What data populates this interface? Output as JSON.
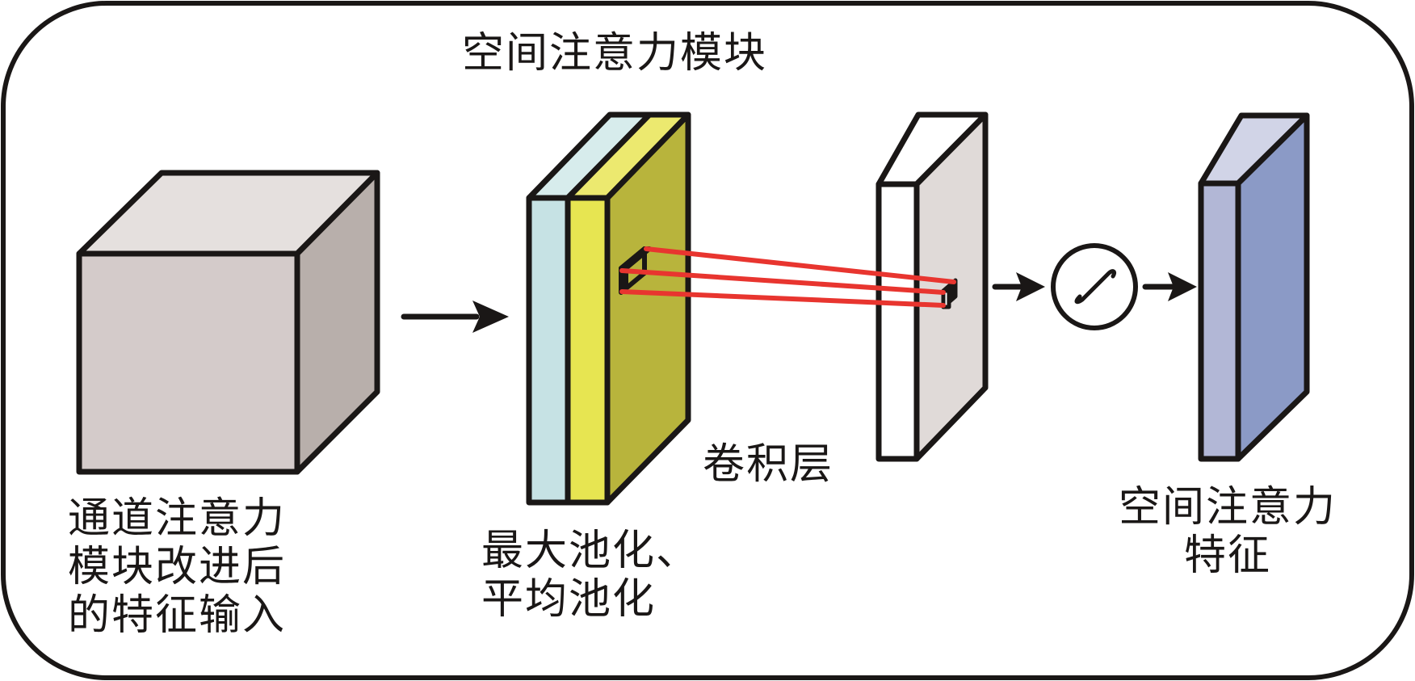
{
  "diagram": {
    "title": "空间注意力模块",
    "nodes": [
      {
        "id": "input",
        "label_lines": [
          "通道注意力",
          "模块改进后",
          "的特征输入"
        ],
        "shape": "cube",
        "colors": {
          "front": "#d4cbca",
          "top": "#e5e0de",
          "side": "#b8afab"
        }
      },
      {
        "id": "pool",
        "label_lines": [
          "最大池化、",
          "平均池化"
        ],
        "shape": "two-slab-block",
        "colors": {
          "slab1_front": "#c6e2e4",
          "slab1_top": "#d7ecec",
          "slab2_front": "#e7e551",
          "slab2_top": "#ece96f",
          "side": "#b8b43c"
        }
      },
      {
        "id": "conv",
        "label_lines": [
          "卷积层"
        ],
        "shape": "slab",
        "colors": {
          "front": "#ffffff",
          "top": "#ffffff",
          "side": "#e0dad8"
        }
      },
      {
        "id": "sigmoid",
        "label_lines": [],
        "shape": "circle",
        "icon": "sigmoid-curve-icon"
      },
      {
        "id": "output",
        "label_lines": [
          "空间注意力",
          "特征"
        ],
        "shape": "slab",
        "colors": {
          "front": "#b2b7d6",
          "top": "#d1d4e7",
          "side": "#8b9ac6"
        }
      }
    ],
    "edges": [
      {
        "from": "input",
        "to": "pool",
        "type": "arrow"
      },
      {
        "from": "pool",
        "to": "conv",
        "type": "receptive-field-projection",
        "color": "#e8352f"
      },
      {
        "from": "conv",
        "to": "sigmoid",
        "type": "arrow"
      },
      {
        "from": "sigmoid",
        "to": "output",
        "type": "arrow"
      }
    ],
    "stroke_color": "#1a1716"
  }
}
